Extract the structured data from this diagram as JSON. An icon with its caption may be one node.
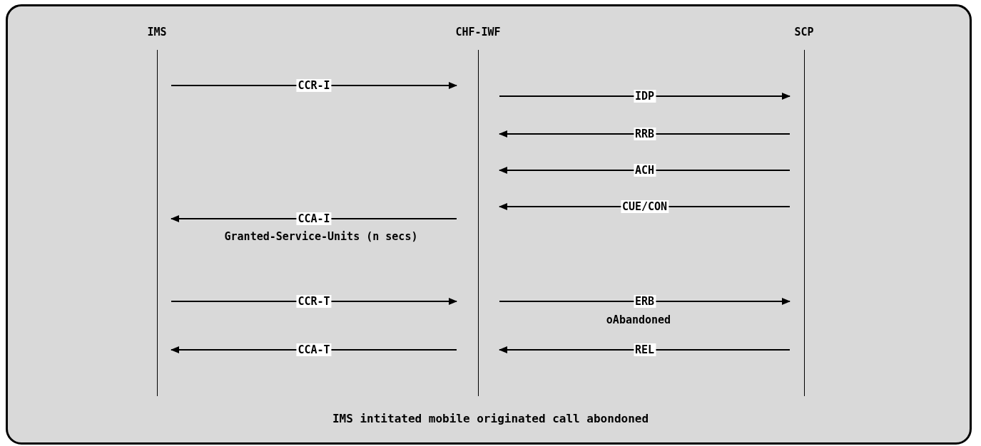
{
  "diagram": {
    "caption": "IMS intitated mobile originated call abondoned",
    "nodes": [
      {
        "text": [
          "IMS"
        ]
      },
      {
        "text": [
          "CHF-IWF"
        ]
      },
      {
        "text": [
          "SCP"
        ]
      }
    ],
    "edges": [
      {
        "from": 0,
        "to": 1,
        "arrow": "to",
        "label": "CCR-I"
      },
      {
        "from": 1,
        "to": 2,
        "arrow": "to",
        "label": "IDP"
      },
      {
        "from": 2,
        "to": 1,
        "arrow": "to",
        "label": "RRB"
      },
      {
        "from": 2,
        "to": 1,
        "arrow": "to",
        "label": "ACH"
      },
      {
        "from": 2,
        "to": 1,
        "arrow": "to",
        "label": "CUE/CON"
      },
      {
        "from": 1,
        "to": 0,
        "arrow": "to",
        "label": "CCA-I"
      },
      {
        "from": 0,
        "to": 1,
        "arrow": "to",
        "label": "CCR-T"
      },
      {
        "from": 1,
        "to": 2,
        "arrow": "to",
        "label": "ERB"
      },
      {
        "from": 1,
        "to": 0,
        "arrow": "to",
        "label": "CCA-T"
      },
      {
        "from": 2,
        "to": 1,
        "arrow": "to",
        "label": "REL"
      }
    ],
    "labels": [
      "Granted-Service-Units (n secs)",
      "oAbandoned"
    ]
  }
}
